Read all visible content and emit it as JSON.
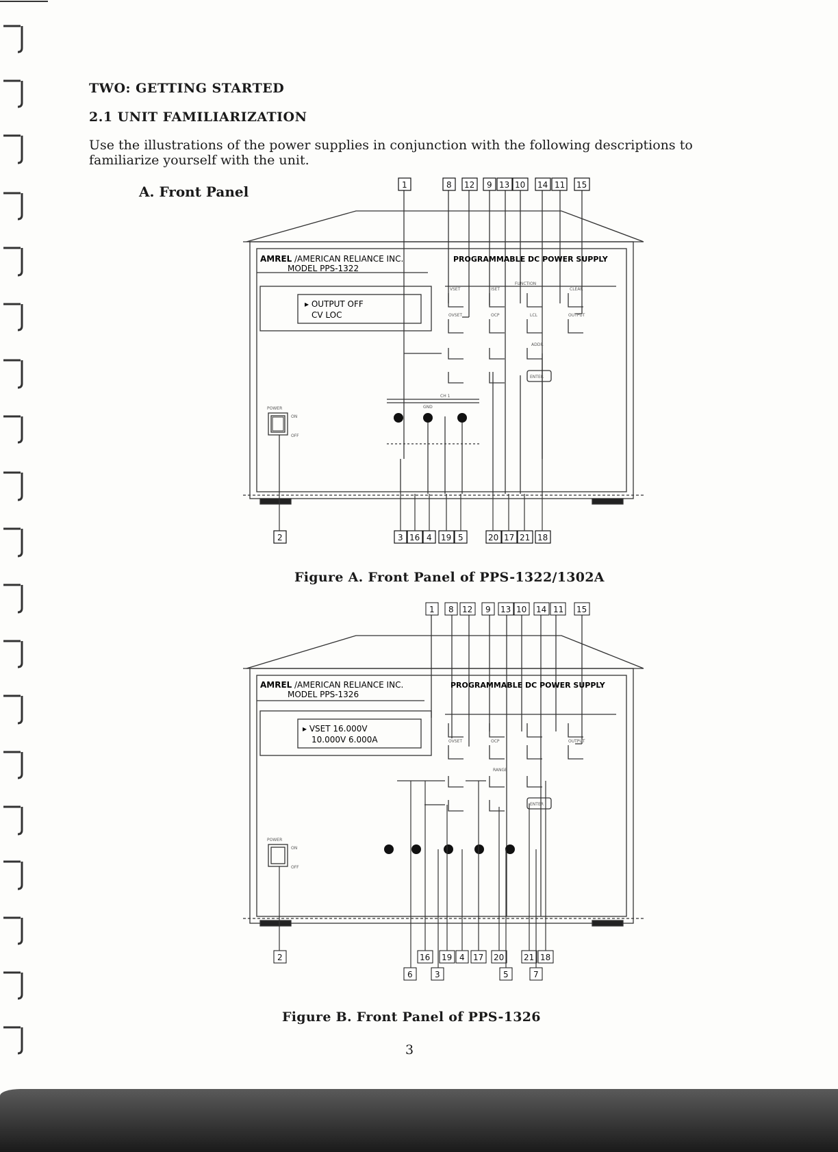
{
  "chapter_heading": "TWO:  GETTING STARTED",
  "section_heading": "2.1  UNIT FAMILIARIZATION",
  "intro_text": "Use the illustrations of the power supplies in conjunction with the following descriptions to familiarize yourself with the unit.",
  "subsection_heading": "A. Front Panel",
  "figure_a": {
    "caption": "Figure A. Front Panel of PPS-1322/1302A",
    "brand": "AMREL",
    "company": "/AMERICAN RELIANCE INC.",
    "model": "MODEL  PPS-1322",
    "product": "PROGRAMMABLE DC POWER SUPPLY",
    "display_line1": "▸ OUTPUT OFF",
    "display_line2": "CV         LOC",
    "callouts_top": [
      "1",
      "8",
      "12",
      "9",
      "13",
      "10",
      "14",
      "11",
      "15"
    ],
    "callouts_bottom": [
      "3",
      "16",
      "4",
      "19",
      "5",
      "20",
      "17",
      "21",
      "18"
    ],
    "callout_left": "2",
    "button_labels": [
      "VSET",
      "ISET",
      "FUNCTION",
      "CLEAR",
      "OVSET",
      "OCP",
      "LCL",
      "OUTPUT",
      "ADDR",
      "ENTER"
    ],
    "panel_labels": [
      "POWER",
      "ON",
      "OFF",
      "CH 1",
      "GND"
    ]
  },
  "figure_b": {
    "caption": "Figure B. Front Panel of PPS-1326",
    "brand": "AMREL",
    "company": "/AMERICAN RELIANCE INC.",
    "model": "MODEL  PPS-1326",
    "product": "PROGRAMMABLE DC POWER SUPPLY",
    "display_line1": "▸ VSET       16.000V",
    "display_line2": "10.000V   6.000A",
    "callouts_top": [
      "1",
      "8",
      "12",
      "9",
      "13",
      "10",
      "14",
      "11",
      "15"
    ],
    "callouts_bottom_upper": [
      "16",
      "19",
      "4",
      "17",
      "20",
      "21",
      "18"
    ],
    "callouts_bottom_lower": [
      "6",
      "3",
      "5",
      "7"
    ],
    "callout_left": "2",
    "button_labels": [
      "OVSET",
      "OCP",
      "OUTPUT",
      "RANGE",
      "ENTER"
    ],
    "panel_labels": [
      "POWER",
      "ON",
      "OFF"
    ]
  },
  "page_number": "3"
}
